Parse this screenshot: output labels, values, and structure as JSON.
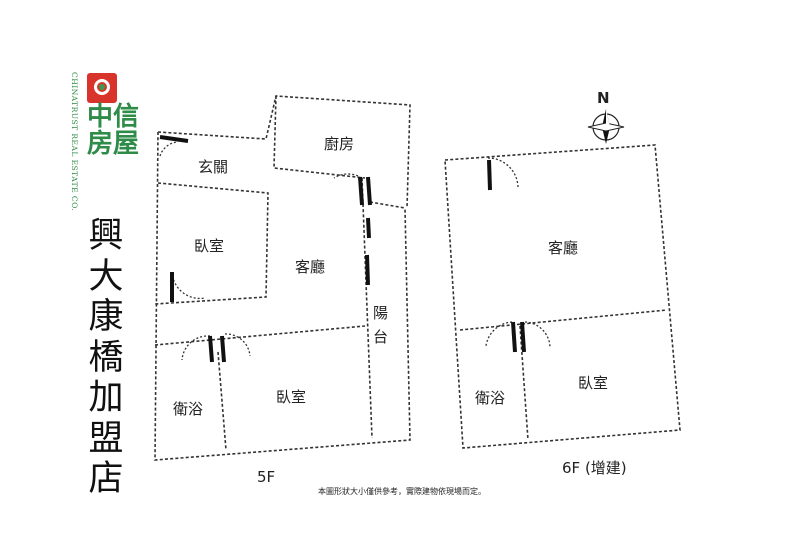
{
  "logo": {
    "english": "CHINATRUST REAL ESTATE CO.",
    "chinese_line1": "中信",
    "chinese_line2": "房屋",
    "brand_red": "#d9342b",
    "brand_green": "#2e8b48"
  },
  "store_name": [
    "興",
    "大",
    "康",
    "橋",
    "加",
    "盟",
    "店"
  ],
  "compass_label": "N",
  "floor_5f": {
    "label": "5F",
    "rooms": {
      "entrance": "玄關",
      "kitchen": "廚房",
      "bedroom_1": "臥室",
      "living_room": "客廳",
      "balcony": [
        "陽",
        "台"
      ],
      "bathroom": "衛浴",
      "bedroom_2": "臥室"
    }
  },
  "floor_6f": {
    "label": "6F (增建)",
    "rooms": {
      "living_room": "客廳",
      "bathroom": "衛浴",
      "bedroom": "臥室"
    }
  },
  "disclaimer": "本圖形狀大小僅供參考，實際建物依現場而定。"
}
